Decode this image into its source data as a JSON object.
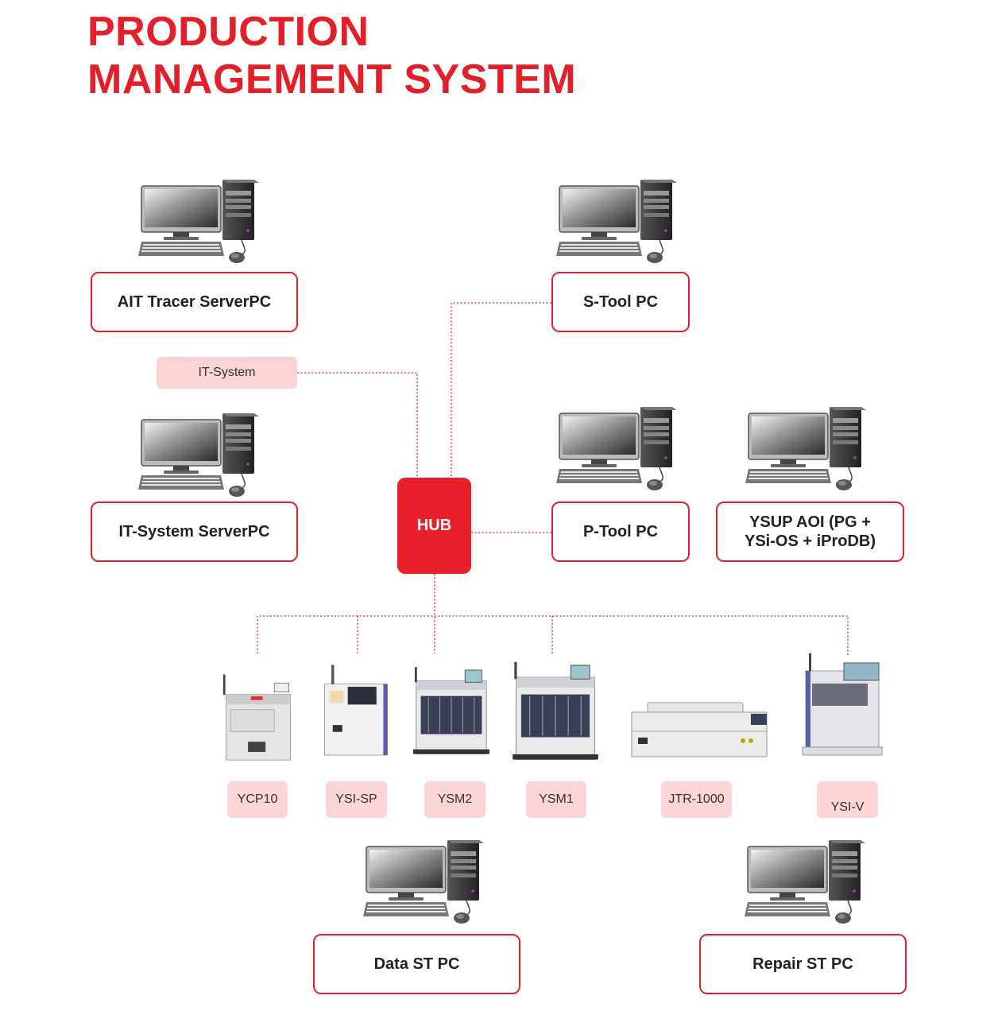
{
  "title": {
    "line1": "PRODUCTION",
    "line2": "MANAGEMENT SYSTEM"
  },
  "colors": {
    "accent": "#e3202a",
    "tag_bg": "#fbd4d6",
    "hub": "#e8202a"
  },
  "hub": {
    "label": "HUB"
  },
  "nodes": {
    "ait_tracer": "AIT Tracer ServerPC",
    "stool": "S-Tool PC",
    "it_system_server": "IT-System ServerPC",
    "ptool": "P-Tool PC",
    "ysup_aoi_line1": "YSUP AOI (PG +",
    "ysup_aoi_line2": "YSi-OS + iProDB)",
    "data_st": "Data ST PC",
    "repair_st": "Repair ST PC"
  },
  "tags": {
    "it_system": "IT-System",
    "ycp10": "YCP10",
    "ysi_sp": "YSI-SP",
    "ysm2": "YSM2",
    "ysm1": "YSM1",
    "jtr1000": "JTR-1000",
    "ysi_v": "YSI-V"
  },
  "icons": [
    "desktop-pc-icon",
    "smt-machine-icon"
  ]
}
